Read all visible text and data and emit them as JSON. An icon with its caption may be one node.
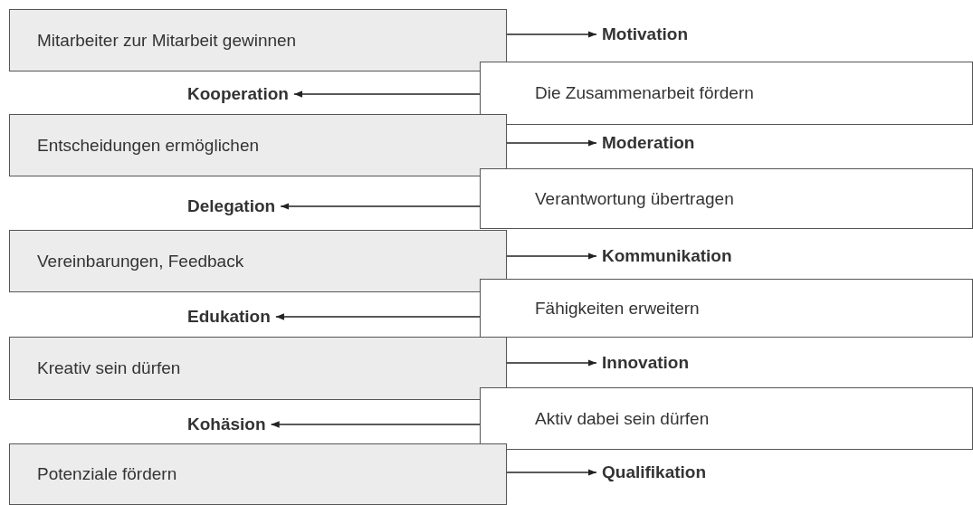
{
  "diagram": {
    "nodes": [
      {
        "text": [
          "Mitarbeiter zur Mitarbeit gewinnen"
        ]
      },
      {
        "text": [
          "Motivation"
        ]
      },
      {
        "text": [
          "Kooperation"
        ]
      },
      {
        "text": [
          "Die Zusammenarbeit fördern"
        ]
      },
      {
        "text": [
          "Entscheidungen ermöglichen"
        ]
      },
      {
        "text": [
          "Moderation"
        ]
      },
      {
        "text": [
          "Delegation"
        ]
      },
      {
        "text": [
          "Verantwortung übertragen"
        ]
      },
      {
        "text": [
          "Vereinbarungen, Feedback"
        ]
      },
      {
        "text": [
          "Kommunikation"
        ]
      },
      {
        "text": [
          "Edukation"
        ]
      },
      {
        "text": [
          "Fähigkeiten erweitern"
        ]
      },
      {
        "text": [
          "Kreativ sein dürfen"
        ]
      },
      {
        "text": [
          "Innovation"
        ]
      },
      {
        "text": [
          "Kohäsion"
        ]
      },
      {
        "text": [
          "Aktiv dabei sein dürfen"
        ]
      },
      {
        "text": [
          "Potenziale fördern"
        ]
      },
      {
        "text": [
          "Qualifikation"
        ]
      }
    ],
    "edges": [
      {
        "from": 0,
        "to": 1,
        "arrow": "to"
      },
      {
        "from": 3,
        "to": 2,
        "arrow": "to"
      },
      {
        "from": 4,
        "to": 5,
        "arrow": "to"
      },
      {
        "from": 7,
        "to": 6,
        "arrow": "to"
      },
      {
        "from": 8,
        "to": 9,
        "arrow": "to"
      },
      {
        "from": 11,
        "to": 10,
        "arrow": "to"
      },
      {
        "from": 12,
        "to": 13,
        "arrow": "to"
      },
      {
        "from": 15,
        "to": 14,
        "arrow": "to"
      },
      {
        "from": 16,
        "to": 17,
        "arrow": "to"
      }
    ]
  }
}
